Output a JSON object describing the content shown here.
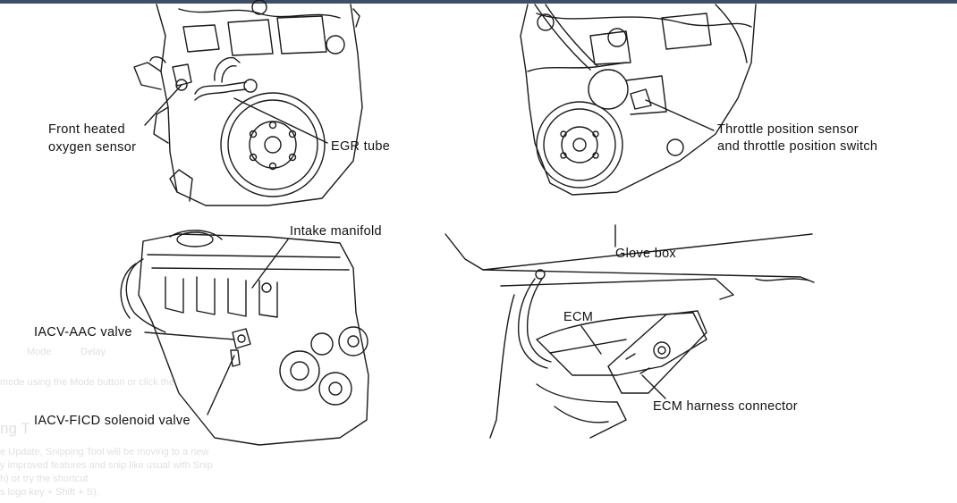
{
  "labels": {
    "front_o2_line1": "Front heated",
    "front_o2_line2": "oxygen sensor",
    "egr_tube": "EGR tube",
    "tps_line1": "Throttle position sensor",
    "tps_line2": "and throttle position switch",
    "intake_manifold": "Intake manifold",
    "iacv_aac": "IACV-AAC valve",
    "iacv_ficd": "IACV-FICD solenoid valve",
    "glove_box": "Glove box",
    "ecm": "ECM",
    "ecm_harness": "ECM harness connector"
  },
  "ghost_overlay": {
    "toolbar_mode": "Mode",
    "toolbar_delay": "Delay",
    "hint": "mode using the Mode button or click the",
    "title": "ng T",
    "body_1": "e Update, Snipping Tool will be moving to a new",
    "body_2": "y improved features and snip like usual with Snip",
    "body_3": "h) or try the shortcut",
    "body_4": "s logo key + Shift + S)."
  },
  "colors": {
    "line": "#1a1a1a",
    "topbar": "#3d4f66"
  }
}
